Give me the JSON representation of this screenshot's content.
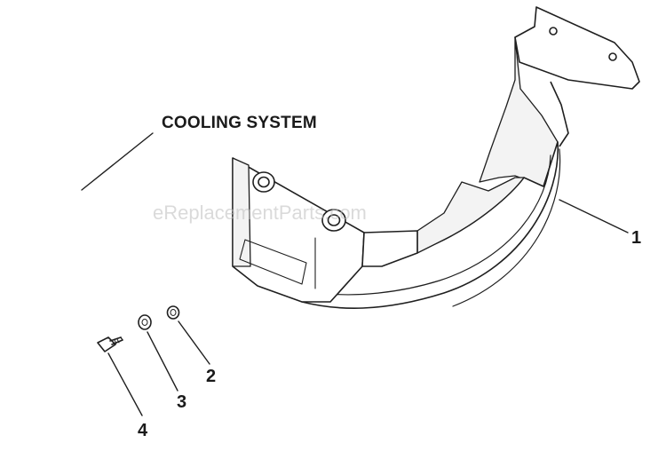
{
  "diagram": {
    "title": "COOLING SYSTEM",
    "watermark": "eReplacementParts.com",
    "callouts": [
      {
        "id": "1",
        "label": "1"
      },
      {
        "id": "2",
        "label": "2"
      },
      {
        "id": "3",
        "label": "3"
      },
      {
        "id": "4",
        "label": "4"
      }
    ],
    "colors": {
      "ink": "#1f1f1f",
      "background": "#ffffff",
      "watermark": "#bdbdbd"
    }
  }
}
